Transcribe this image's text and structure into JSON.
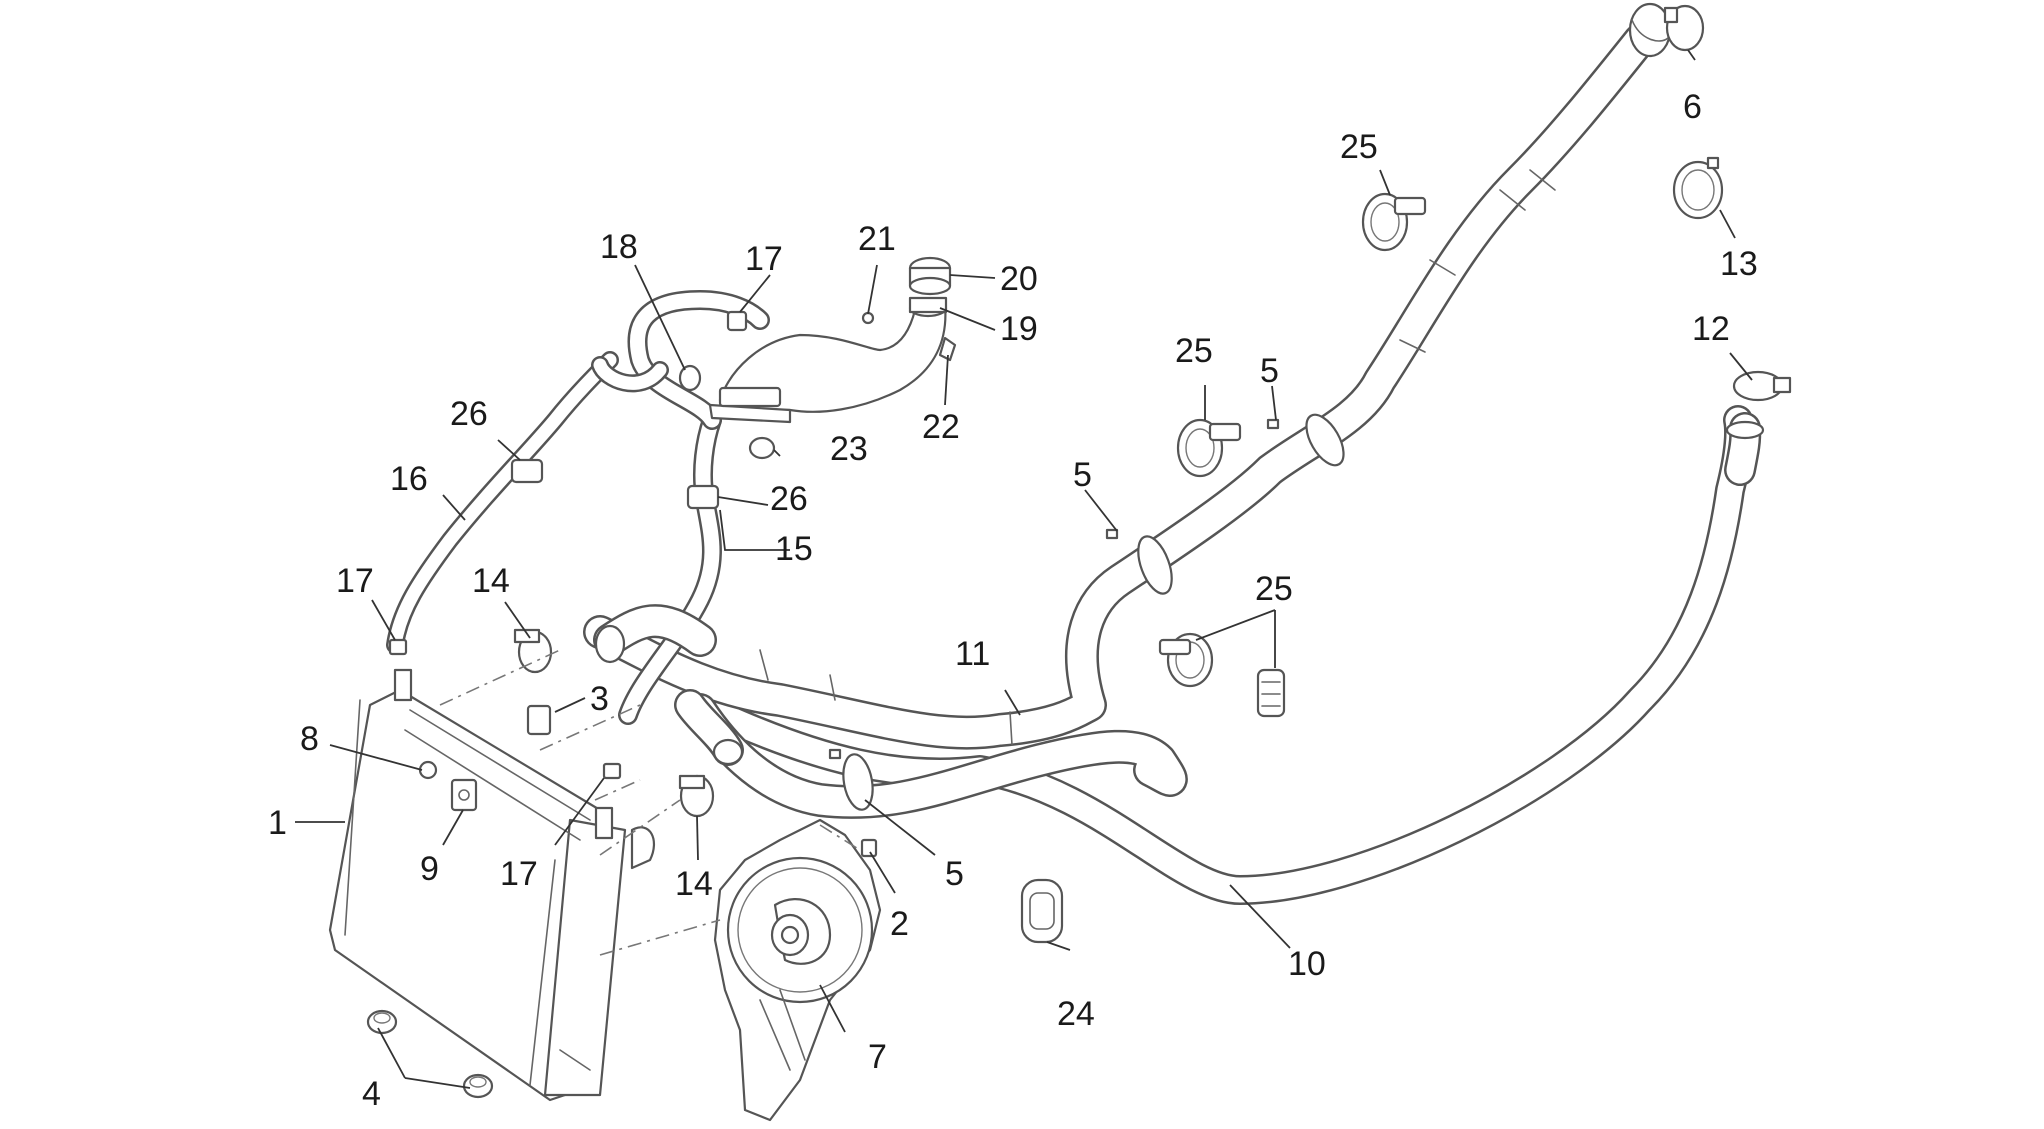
{
  "diagram": {
    "colors": {
      "line": "#555555",
      "label": "#1a1a1a",
      "background": "#ffffff"
    },
    "callouts": [
      {
        "id": "c1",
        "text": "1"
      },
      {
        "id": "c2",
        "text": "2"
      },
      {
        "id": "c3",
        "text": "3"
      },
      {
        "id": "c4",
        "text": "4"
      },
      {
        "id": "c5a",
        "text": "5"
      },
      {
        "id": "c5b",
        "text": "5"
      },
      {
        "id": "c5c",
        "text": "5"
      },
      {
        "id": "c6",
        "text": "6"
      },
      {
        "id": "c7",
        "text": "7"
      },
      {
        "id": "c8",
        "text": "8"
      },
      {
        "id": "c9",
        "text": "9"
      },
      {
        "id": "c10",
        "text": "10"
      },
      {
        "id": "c11",
        "text": "11"
      },
      {
        "id": "c12",
        "text": "12"
      },
      {
        "id": "c13",
        "text": "13"
      },
      {
        "id": "c14a",
        "text": "14"
      },
      {
        "id": "c14b",
        "text": "14"
      },
      {
        "id": "c15",
        "text": "15"
      },
      {
        "id": "c16",
        "text": "16"
      },
      {
        "id": "c17a",
        "text": "17"
      },
      {
        "id": "c17b",
        "text": "17"
      },
      {
        "id": "c17c",
        "text": "17"
      },
      {
        "id": "c18",
        "text": "18"
      },
      {
        "id": "c19",
        "text": "19"
      },
      {
        "id": "c20",
        "text": "20"
      },
      {
        "id": "c21",
        "text": "21"
      },
      {
        "id": "c22",
        "text": "22"
      },
      {
        "id": "c23",
        "text": "23"
      },
      {
        "id": "c24",
        "text": "24"
      },
      {
        "id": "c25a",
        "text": "25"
      },
      {
        "id": "c25b",
        "text": "25"
      },
      {
        "id": "c25c",
        "text": "25"
      },
      {
        "id": "c26a",
        "text": "26"
      },
      {
        "id": "c26b",
        "text": "26"
      }
    ]
  }
}
